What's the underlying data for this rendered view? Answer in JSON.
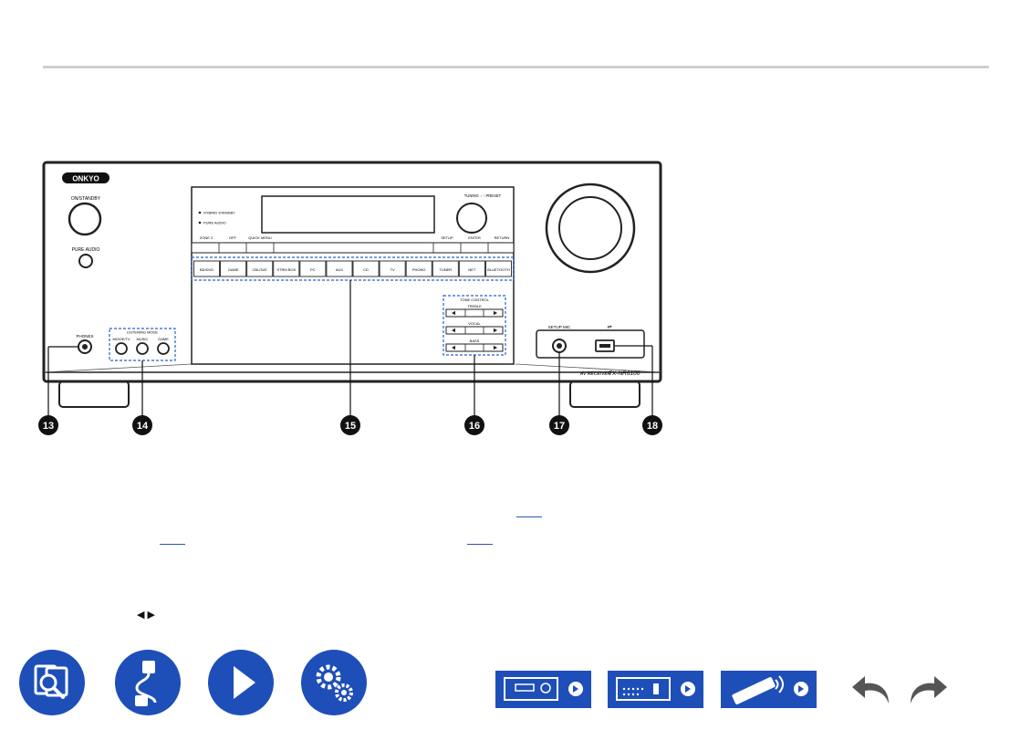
{
  "device": {
    "brand": "ONKYO",
    "model_text": "AV RECEIVER",
    "model_number": "TX-NR6100",
    "left_labels": {
      "on_standby": "ON/STANDBY",
      "pure_audio": "PURE AUDIO",
      "phones": "PHONES",
      "listening_mode": "LISTENING MODE",
      "movie_tv": "MOVIE/TV",
      "music": "MUSIC",
      "game": "GAME"
    },
    "display_indicators": [
      "HYBRID STANDBY",
      "PURE AUDIO"
    ],
    "tuning_label": "TUNING ↓ ↑ PRESET",
    "upper_labels": [
      "ZONE 2",
      "OFF",
      "QUICK MENU",
      "SETUP",
      "ENTER",
      "RETURN"
    ],
    "input_buttons": [
      "BD/DVD",
      "GAME",
      "CBL/SAT",
      "STRM BOX",
      "PC",
      "AUX",
      "CD",
      "TV",
      "PHONO",
      "TUNER",
      "NET",
      "BLUETOOTH"
    ],
    "tone_control": {
      "title": "TONE CONTROL",
      "groups": [
        "TREBLE",
        "VOCAL",
        "BASS"
      ]
    },
    "setup_mic": "SETUP MIC"
  },
  "callouts": [
    "13",
    "14",
    "15",
    "16",
    "17",
    "18"
  ],
  "footer": {
    "nav_icons": [
      "manual-search-icon",
      "connection-cable-icon",
      "playback-icon",
      "settings-gears-icon"
    ],
    "section_icons": [
      "front-panel-icon",
      "rear-panel-icon",
      "remote-control-icon"
    ],
    "history": [
      "back-arrow-icon",
      "forward-arrow-icon"
    ]
  },
  "text_fragments": {
    "triangle_arrows": "◀ ▶"
  }
}
